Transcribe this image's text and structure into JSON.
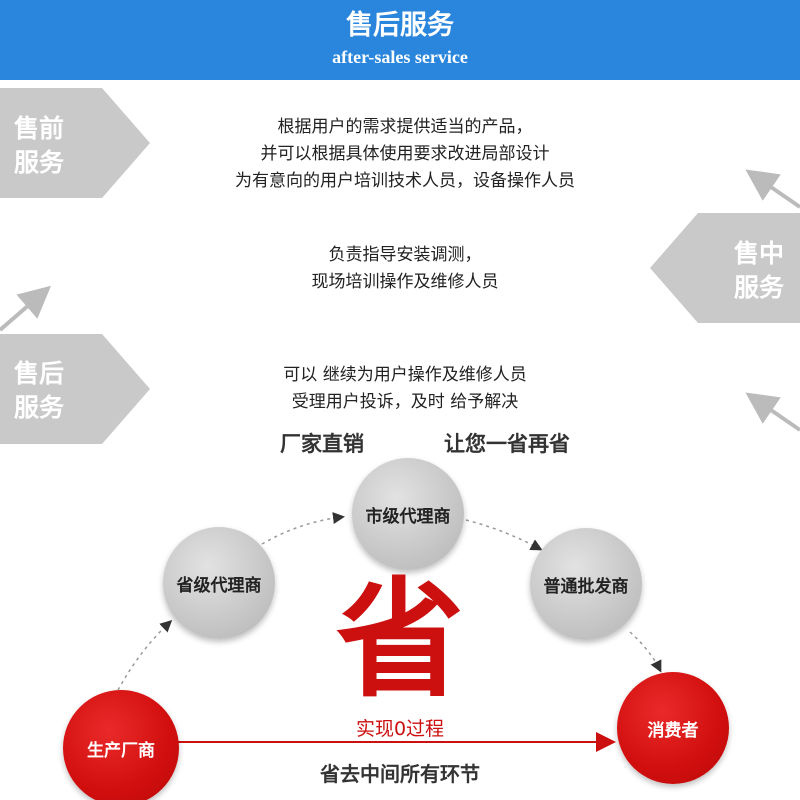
{
  "header": {
    "title": "售后服务",
    "subtitle": "after-sales service"
  },
  "sections": [
    {
      "tag_line1": "售前",
      "tag_line2": "服务",
      "lines": [
        "根据用户的需求提供适当的产品，",
        "并可以根据具体使用要求改进局部设计",
        "为有意向的用户培训技术人员，设备操作人员"
      ]
    },
    {
      "tag_line1": "售中",
      "tag_line2": "服务",
      "lines": [
        "负责指导安装调测，",
        "现场培训操作及维修人员"
      ]
    },
    {
      "tag_line1": "售后",
      "tag_line2": "服务",
      "lines": [
        "可以 继续为用户操作及维修人员",
        "受理用户投诉，及时 给予解决"
      ]
    }
  ],
  "slogans": {
    "left": "厂家直销",
    "right": "让您一省再省"
  },
  "chain": {
    "start": "生产厂商",
    "provincial": "省级代理商",
    "city": "市级代理商",
    "wholesale": "普通批发商",
    "end": "消费者"
  },
  "center": {
    "big_char": "省",
    "process": "实现0过程"
  },
  "footer": "省去中间所有环节",
  "colors": {
    "header_blue": "#2a86dc",
    "tag_grey": "#c9c9c9",
    "accent_red": "#cc1010"
  }
}
